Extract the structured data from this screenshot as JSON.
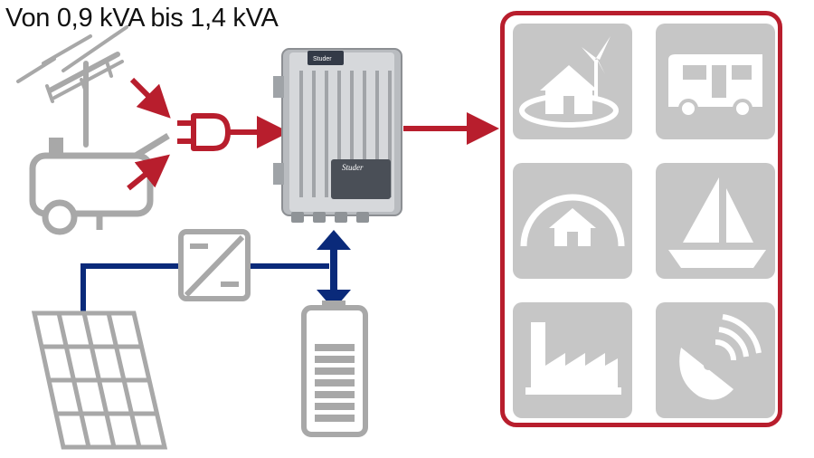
{
  "title": "Von 0,9 kVA bis 1,4 kVA",
  "device": {
    "brand": "Studer",
    "panel_label": "Studer"
  },
  "sources": [
    "grid-power-line",
    "generator",
    "solar-panel"
  ],
  "storage": "battery",
  "converter": "dc-dc-converter",
  "applications": [
    "off-grid-home",
    "camper-van",
    "protected-home",
    "sailboat",
    "industry",
    "satellite-telecom"
  ],
  "colors": {
    "accent_red": "#b81e2d",
    "link_blue": "#0a2a7a",
    "icon_gray": "#c6c6c6",
    "line_gray": "#a8a8a8"
  }
}
